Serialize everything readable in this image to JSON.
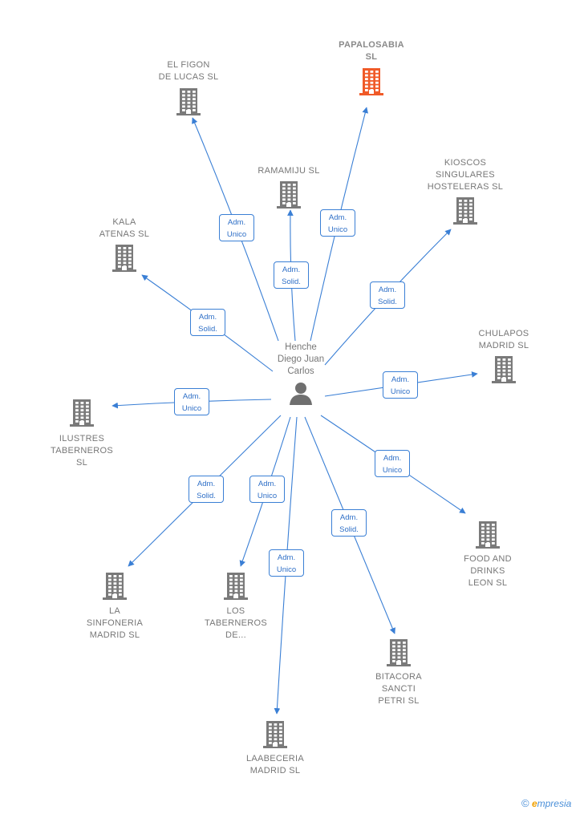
{
  "person": {
    "name": "Henche\nDiego Juan\nCarlos"
  },
  "colors": {
    "edge": "#3a7fd5",
    "building": "#7a7a7a",
    "focus_building": "#f05a28"
  },
  "companies": [
    {
      "id": "papalosabia",
      "name": "PAPALOSABIA\nSL",
      "focus": true
    },
    {
      "id": "el-figon",
      "name": "EL FIGON\nDE LUCAS  SL"
    },
    {
      "id": "ramamiju",
      "name": "RAMAMIJU  SL"
    },
    {
      "id": "kioscos",
      "name": "KIOSCOS\nSINGULARES\nHOSTELERAS SL"
    },
    {
      "id": "kala",
      "name": "KALA\nATENAS  SL"
    },
    {
      "id": "chulapos",
      "name": "CHULAPOS\nMADRID  SL"
    },
    {
      "id": "ilustres",
      "name": "ILUSTRES\nTABERNEROS\nSL"
    },
    {
      "id": "food-drinks",
      "name": "FOOD AND\nDRINKS\nLEON  SL"
    },
    {
      "id": "la-sinfoneria",
      "name": "LA\nSINFONERIA\nMADRID  SL"
    },
    {
      "id": "los-taberneros",
      "name": "LOS\nTABERNEROS\nDE..."
    },
    {
      "id": "bitacora",
      "name": "BITACORA\nSANCTI\nPETRI  SL"
    },
    {
      "id": "laabeceria",
      "name": "LAABECERIA\nMADRID  SL"
    }
  ],
  "relations": [
    {
      "target": "papalosabia",
      "line1": "Adm.",
      "line2": "Unico"
    },
    {
      "target": "el-figon",
      "line1": "Adm.",
      "line2": "Unico"
    },
    {
      "target": "ramamiju",
      "line1": "Adm.",
      "line2": "Solid."
    },
    {
      "target": "kioscos",
      "line1": "Adm.",
      "line2": "Solid."
    },
    {
      "target": "kala",
      "line1": "Adm.",
      "line2": "Solid."
    },
    {
      "target": "chulapos",
      "line1": "Adm.",
      "line2": "Unico"
    },
    {
      "target": "ilustres",
      "line1": "Adm.",
      "line2": "Unico"
    },
    {
      "target": "food-drinks",
      "line1": "Adm.",
      "line2": "Unico"
    },
    {
      "target": "la-sinfoneria",
      "line1": "Adm.",
      "line2": "Solid."
    },
    {
      "target": "los-taberneros",
      "line1": "Adm.",
      "line2": "Unico"
    },
    {
      "target": "bitacora",
      "line1": "Adm.",
      "line2": "Solid."
    },
    {
      "target": "laabeceria",
      "line1": "Adm.",
      "line2": "Unico"
    }
  ],
  "brand": {
    "copyright": "©",
    "first": "e",
    "rest": "mpresia"
  }
}
